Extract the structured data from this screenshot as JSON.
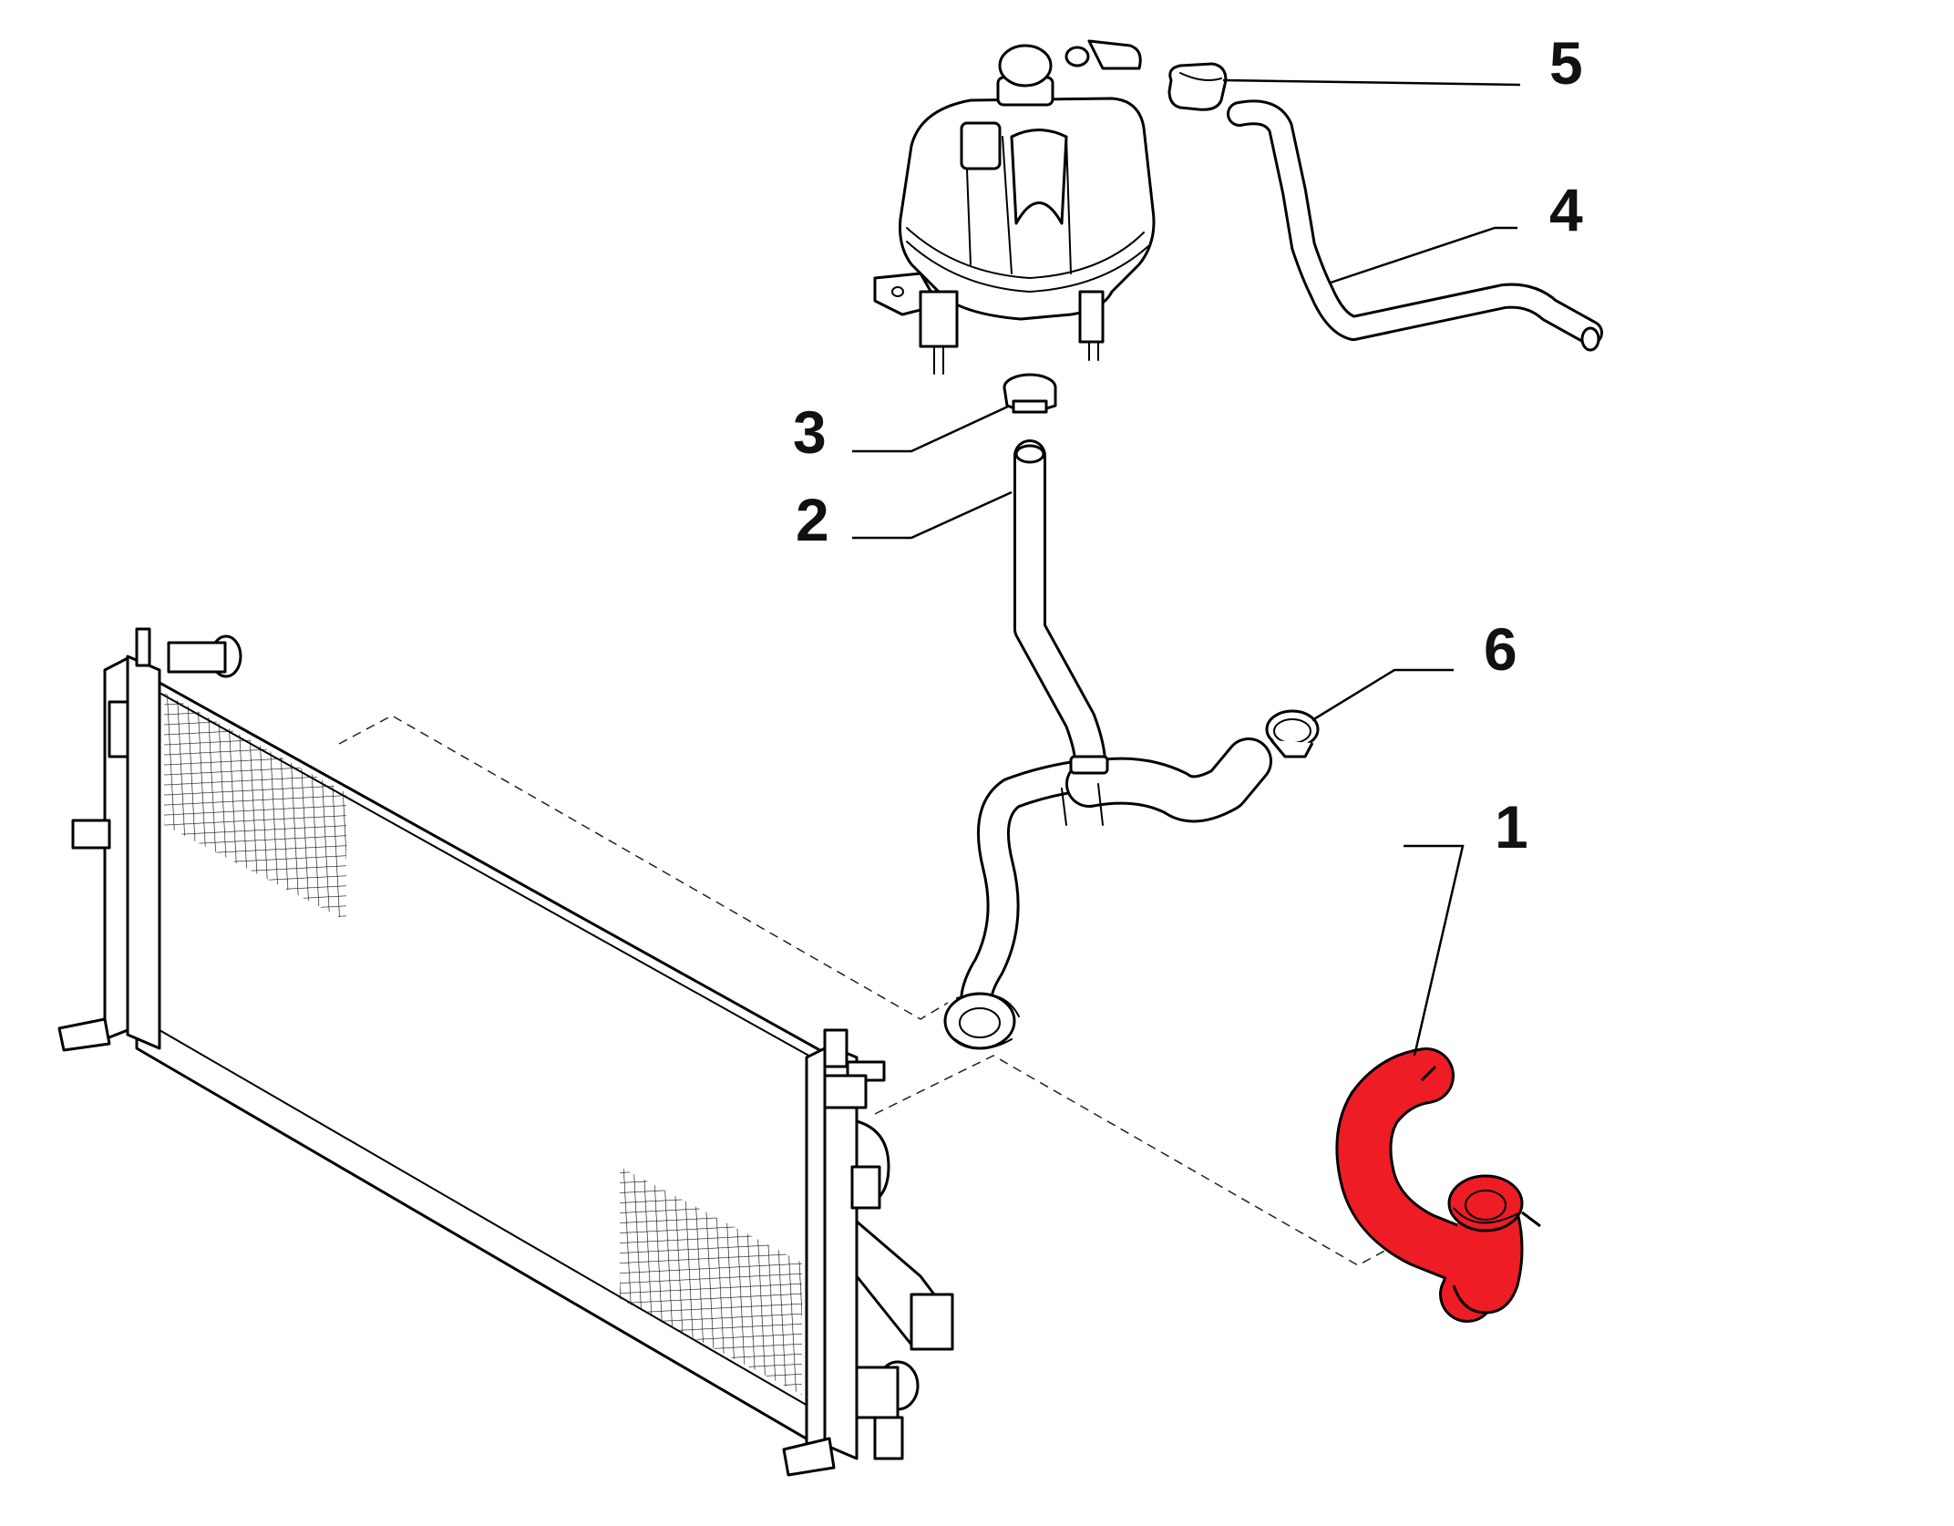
{
  "diagram": {
    "callouts": [
      {
        "id": "1",
        "label": "1"
      },
      {
        "id": "2",
        "label": "2"
      },
      {
        "id": "3",
        "label": "3"
      },
      {
        "id": "4",
        "label": "4"
      },
      {
        "id": "5",
        "label": "5"
      },
      {
        "id": "6",
        "label": "6"
      }
    ],
    "highlight_color": "#ee1c25",
    "line_color": "#000000",
    "background": "#ffffff",
    "highlighted_part": "1"
  }
}
